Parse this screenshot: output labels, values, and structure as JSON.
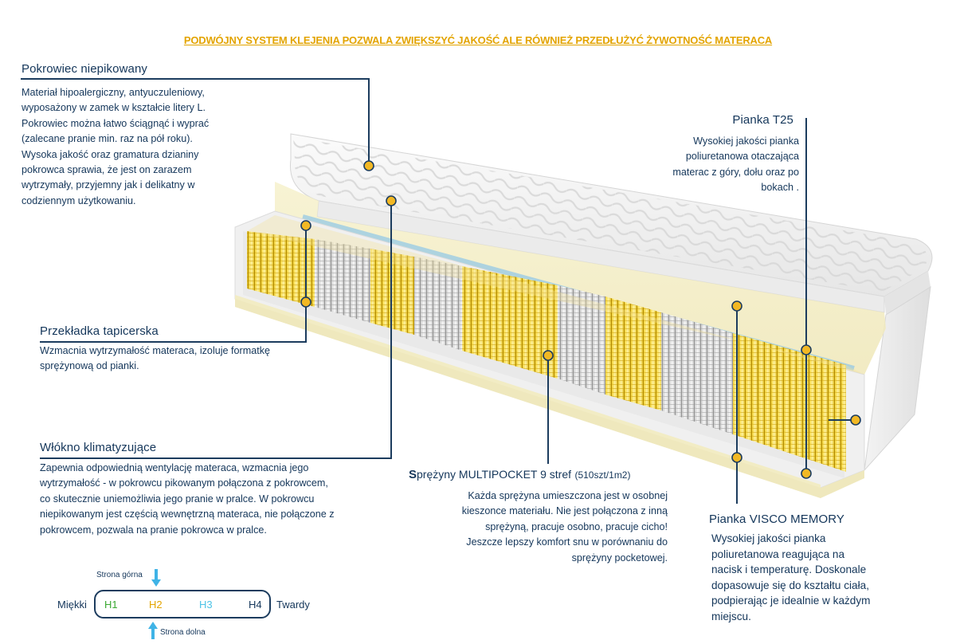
{
  "headline": "PODWÓJNY SYSTEM KLEJENIA POZWALA ZWIĘKSZYĆ JAKOŚĆ ALE RÓWNIEŻ PRZEDŁUŻYĆ ŻYWOTNOŚĆ MATERACA",
  "features": {
    "cover": {
      "title": "Pokrowiec  niepikowany",
      "lines": [
        "Materiał hipoalergiczny, antyuczuleniowy,",
        "wyposażony w zamek w kształcie litery L.",
        "Pokrowiec można łatwo ściągnąć i wyprać",
        "(zalecane pranie min.  raz na pół roku).",
        "Wysoka jakość oraz gramatura dzianiny",
        "pokrowca sprawia, że jest on zarazem",
        "wytrzymały, przyjemny jak i delikatny w",
        "codziennym użytkowaniu."
      ]
    },
    "spacer": {
      "title": "Przekładka tapicerska",
      "lines": [
        "Wzmacnia wytrzymałość materaca, izoluje formatkę",
        "sprężynową od pianki."
      ]
    },
    "fiber": {
      "title": "Włókno klimatyzujące",
      "lines": [
        "Zapewnia odpowiednią wentylację materaca, wzmacnia jego",
        "wytrzymałość - w pokrowcu pikowanym połączona z pokrowcem,",
        "co skutecznie uniemożliwia jego pranie w pralce. W pokrowcu",
        "niepikowanym jest częścią wewnętrzną materaca, nie połączone z",
        "pokrowcem, pozwala na pranie pokrowca w pralce."
      ]
    },
    "springs": {
      "title_s": "S",
      "title_rest": "prężyny MULTIPOCKET 9 stref",
      "title_note": "(510szt/1m2)",
      "lines": [
        "Każda sprężyna umieszczona jest w osobnej",
        "kieszonce materiału. Nie jest połączona z inną",
        "sprężyną, pracuje osobno, pracuje cicho!",
        "Jeszcze lepszy komfort snu w porównaniu do",
        "sprężyny pocketowej."
      ]
    },
    "t25": {
      "title": "Pianka T25",
      "lines": [
        "Wysokiej jakości pianka",
        "poliuretanowa otaczająca",
        "materac z góry, dołu oraz po",
        "bokach ."
      ]
    },
    "visco": {
      "title": "Pianka VISCO MEMORY",
      "lines": [
        "Wysokiej jakości pianka",
        "poliuretanowa reagująca na",
        "nacisk i temperaturę. Doskonale",
        "dopasowuje się do kształtu ciała,",
        "podpierając je idealnie w każdym",
        "miejscu."
      ]
    }
  },
  "hardness": {
    "top_label": "Strona górna",
    "bottom_label": "Strona dolna",
    "soft_label": "Miękki",
    "hard_label": "Twardy",
    "levels": [
      {
        "label": "H1",
        "color": "#3aa832"
      },
      {
        "label": "H2",
        "color": "#e3a400"
      },
      {
        "label": "H3",
        "color": "#4cc3e6"
      },
      {
        "label": "H4",
        "color": "#14365a"
      }
    ],
    "arrow_color": "#3fb3e6"
  },
  "colors": {
    "accent": "#e3a400",
    "text": "#14365a",
    "line": "#1c3c5e",
    "dot": "#f2b824"
  }
}
